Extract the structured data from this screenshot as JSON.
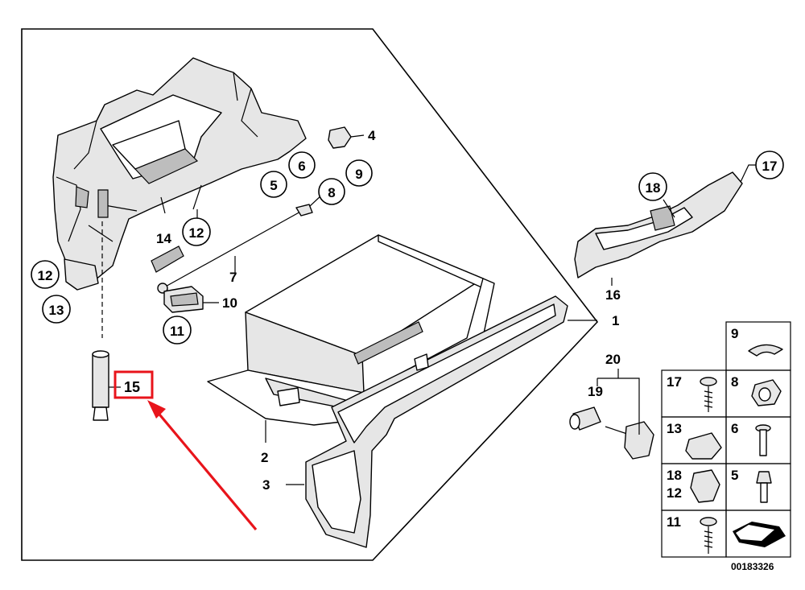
{
  "diagram_code": "00183326",
  "highlight_color": "#e8141b",
  "labels": {
    "p1": "1",
    "p2": "2",
    "p3": "3",
    "p4": "4",
    "p5": "5",
    "p6": "6",
    "p7": "7",
    "p8": "8",
    "p9": "9",
    "p10": "10",
    "p11": "11",
    "p12a": "12",
    "p12b": "12",
    "p13": "13",
    "p14": "14",
    "p15": "15",
    "p16": "16",
    "p17": "17",
    "p18": "18",
    "p19": "19",
    "p20": "20"
  },
  "legend": {
    "cell_9": "9",
    "cell_17": "17",
    "cell_8": "8",
    "cell_13": "13",
    "cell_6": "6",
    "cell_18": "18",
    "cell_12": "12",
    "cell_5": "5",
    "cell_11": "11"
  }
}
